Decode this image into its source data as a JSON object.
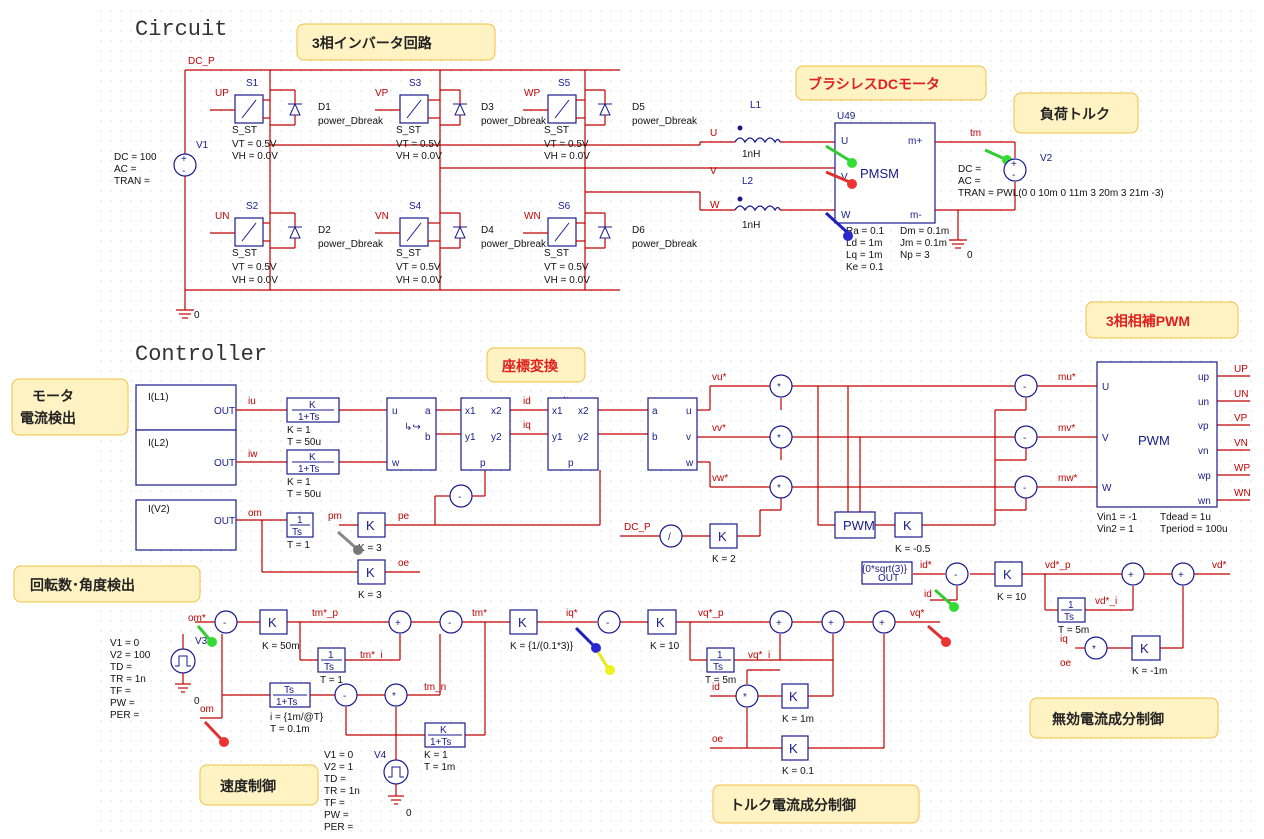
{
  "sections": {
    "circuit": "Circuit",
    "controller": "Controller"
  },
  "notes": {
    "inverter": "3相インバータ回路",
    "bldc": "ブラシレスDCモータ",
    "load": "負荷トルク",
    "pwm3": "3相相補PWM",
    "coord": "座標変換",
    "motor_current_1": "モータ",
    "motor_current_2": "電流検出",
    "rot": "回転数･角度検出",
    "speed": "速度制御",
    "torque": "トルク電流成分制御",
    "reactive": "無効電流成分制御"
  },
  "colors": {
    "wire": "#c00000",
    "component": "#1a1a8c",
    "note_fill": "#fff3c4",
    "note_border": "#f0c040",
    "note_red_text": "#e02020"
  },
  "circuit": {
    "dc": "DC_P",
    "v1": [
      "V1",
      "DC = 100",
      "AC =",
      "TRAN ="
    ],
    "switches": [
      {
        "name": "S1",
        "sig": "UP",
        "diode": "D1"
      },
      {
        "name": "S3",
        "sig": "VP",
        "diode": "D3"
      },
      {
        "name": "S5",
        "sig": "WP",
        "diode": "D5"
      },
      {
        "name": "S2",
        "sig": "UN",
        "diode": "D2"
      },
      {
        "name": "S4",
        "sig": "VN",
        "diode": "D4"
      },
      {
        "name": "S6",
        "sig": "WN",
        "diode": "D6"
      }
    ],
    "sw_params": [
      "VT = 0.5V",
      "VH = 0.0V"
    ],
    "sw_model": "S_ST",
    "dbreak": "power_Dbreak",
    "gnd0": "0",
    "phases": [
      "U",
      "V",
      "W"
    ],
    "l1": "L1",
    "l2": "L2",
    "nh": "1nH",
    "motor": {
      "ref": "U49",
      "name": "PMSM",
      "pins": [
        "U",
        "V",
        "W",
        "m+",
        "m-"
      ],
      "params": [
        "Ra = 0.1",
        "Dm = 0.1m",
        "Ld = 1m",
        "Jm = 0.1m",
        "Lq = 1m",
        "Np = 3",
        "Ke = 0.1"
      ]
    },
    "tm": "tm",
    "v2": [
      "V2",
      "DC =",
      "AC =",
      "TRAN = PWL(0 0 10m 0 11m 3 20m 3 21m -3)"
    ]
  },
  "controller": {
    "sensors": [
      "I(L1)",
      "I(L2)",
      "I(V2)"
    ],
    "out": "OUT",
    "sig": {
      "iu": "iu",
      "iw": "iw",
      "om": "om",
      "pm": "pm",
      "pe": "pe",
      "oe": "oe",
      "id": "id",
      "iq": "iq",
      "vd": "vd*",
      "vq": "vq*",
      "vu": "vu*",
      "vv": "vv*",
      "vw": "vw*",
      "mu": "mu*",
      "mv": "mv*",
      "mw": "mw*",
      "dcp": "DC_P",
      "iqs": "iq*",
      "ids": "id*",
      "oms": "om*",
      "tms": "tm*",
      "tm_n": "tm_n",
      "tmp": "tm*_p",
      "tmi": "tm*_i",
      "vqp": "vq*_p",
      "vqi": "vq*_i",
      "vdp": "vd*_p",
      "vdi": "vd*_i"
    },
    "filter": {
      "k": "K",
      "den": "1+Ts",
      "p1": "K = 1",
      "p2": "T = 50u"
    },
    "integ": {
      "num": "1",
      "den": "Ts"
    },
    "gains": {
      "k3a": "K = 3",
      "k3b": "K = 3",
      "k2": "K = 2",
      "k05": "K = -0.5",
      "k10a": "K = 10",
      "k10b": "K = 10",
      "k50m": "K = 50m",
      "kiq": "K = {1/(0.1*3)}",
      "k1m": "K = 1m",
      "k01": "K = 0.1",
      "km1m": "K = -1m",
      "t1": "T = 1",
      "t5m": "T = 5m",
      "t01m": "T = 0.1m",
      "t1m": "T = 1m",
      "idef": "i = {1m/@T}",
      "kf": "K = 1",
      "ts": "Ts"
    },
    "pwm": {
      "name": "PWM",
      "in": [
        "U",
        "V",
        "W"
      ],
      "out": [
        "up",
        "un",
        "vp",
        "vn",
        "wp",
        "wn"
      ],
      "params": [
        "Vin1 = -1",
        "Vin2 = 1",
        "Tdead = 1u",
        "Tperiod = 100u"
      ],
      "sigs": [
        "UP",
        "UN",
        "VP",
        "VN",
        "WP",
        "WN"
      ]
    },
    "pwm_blk": "PWM",
    "sqrt_const": "{0*sqrt(3)}",
    "v3": [
      "V1 = 0",
      "V2 = 100",
      "TD =",
      "TR = 1n",
      "TF =",
      "PW =",
      "PER ="
    ],
    "v4": [
      "V1 = 0",
      "V2 = 1",
      "TD =",
      "TR = 1n",
      "TF =",
      "PW =",
      "PER ="
    ],
    "v3n": "V3",
    "v4n": "V4"
  }
}
